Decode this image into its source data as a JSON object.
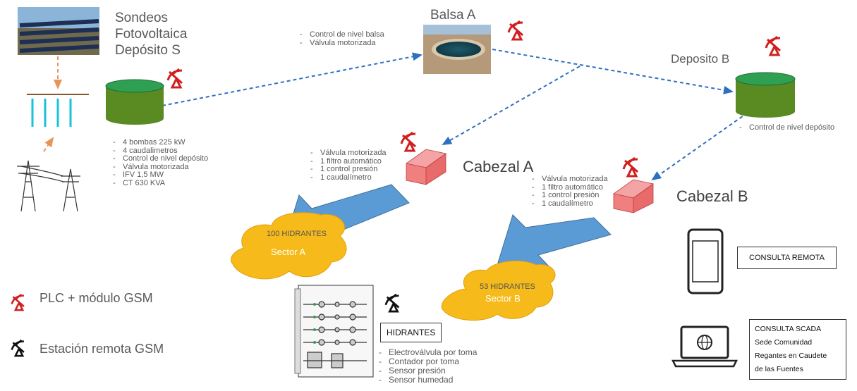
{
  "sondeos": {
    "title_lines": [
      "Sondeos",
      "Fotovoltaica",
      "Depósito S"
    ],
    "items": [
      "4 bombas 225 kW",
      "4 caudalimetros",
      "Control de nivel depósito",
      "Válvula motorizada",
      "IFV 1,5 MW",
      "CT 630 KVA"
    ]
  },
  "balsa": {
    "title": "Balsa A",
    "items": [
      "Control de nivel balsa",
      "Válvula motorizada"
    ]
  },
  "deposito_b": {
    "title": "Deposito B",
    "items": [
      "Control de nivel depósito"
    ]
  },
  "cabezal_a": {
    "title": "Cabezal A",
    "items": [
      "Válvula motorizada",
      "1 filtro automático",
      "1 control presión",
      "1 caudalímetro"
    ]
  },
  "cabezal_b": {
    "title": "Cabezal B",
    "items": [
      "Válvula motorizada",
      "1 filtro automático",
      "1 control presión",
      "1 caudalímetro"
    ]
  },
  "sector_a": {
    "hydrants": "100 HIDRANTES",
    "name": "Sector A"
  },
  "sector_b": {
    "hydrants": "53 HIDRANTES",
    "name": "Sector B"
  },
  "hidrantes": {
    "label": "HIDRANTES",
    "items": [
      "Electroválvula por toma",
      "Contador por toma",
      "Sensor presión",
      "Sensor humedad"
    ]
  },
  "legend": {
    "plc": "PLC + módulo GSM",
    "remote": "Estación remota GSM"
  },
  "consulta_remota": "CONSULTA REMOTA",
  "consulta_scada": {
    "lines": [
      "CONSULTA SCADA",
      "Sede Comunidad",
      "Regantes en Caudete",
      "de las Fuentes"
    ]
  },
  "colors": {
    "tank_green": "#4e7d1c",
    "pipe_blue": "#2f6fc0",
    "arrow_blue": "#5b9bd5",
    "sector_yellow": "#f6bb1a",
    "cabezal_red": "#f08080",
    "plc_red": "#d11f1f"
  },
  "icons": {
    "plc": "red-satellite-dish-icon",
    "remote": "black-satellite-dish-icon",
    "phone": "smartphone-icon",
    "laptop": "laptop-globe-icon"
  }
}
